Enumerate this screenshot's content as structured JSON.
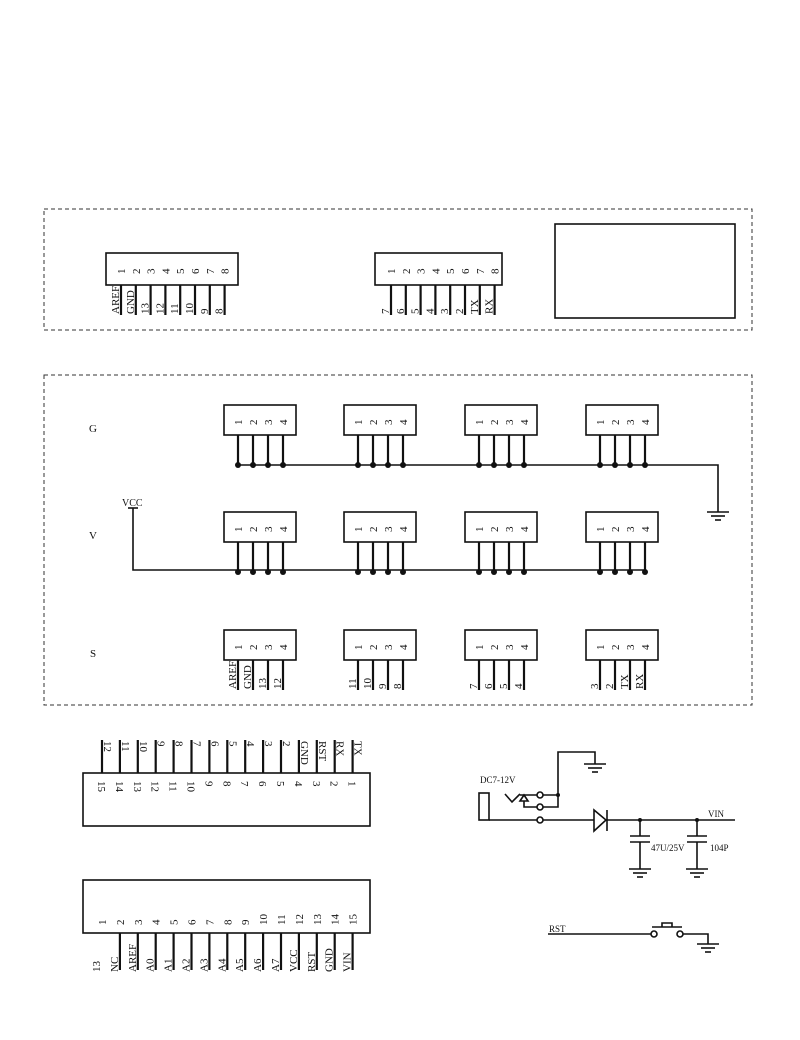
{
  "top_section": {
    "header_a": {
      "pins": [
        "1",
        "2",
        "3",
        "4",
        "5",
        "6",
        "7",
        "8"
      ],
      "labels": [
        "AREF",
        "GND",
        "13",
        "12",
        "11",
        "10",
        "9",
        "8"
      ]
    },
    "header_b": {
      "pins": [
        "1",
        "2",
        "3",
        "4",
        "5",
        "6",
        "7",
        "8"
      ],
      "labels": [
        "7",
        "6",
        "5",
        "4",
        "3",
        "2",
        "TX",
        "RX"
      ]
    }
  },
  "middle_section": {
    "rows": [
      {
        "label": "G",
        "headers": [
          {
            "pins": [
              "1",
              "2",
              "3",
              "4"
            ]
          },
          {
            "pins": [
              "1",
              "2",
              "3",
              "4"
            ]
          },
          {
            "pins": [
              "1",
              "2",
              "3",
              "4"
            ]
          },
          {
            "pins": [
              "1",
              "2",
              "3",
              "4"
            ]
          }
        ]
      },
      {
        "label": "V",
        "supply_label": "VCC",
        "headers": [
          {
            "pins": [
              "1",
              "2",
              "3",
              "4"
            ]
          },
          {
            "pins": [
              "1",
              "2",
              "3",
              "4"
            ]
          },
          {
            "pins": [
              "1",
              "2",
              "3",
              "4"
            ]
          },
          {
            "pins": [
              "1",
              "2",
              "3",
              "4"
            ]
          }
        ]
      },
      {
        "label": "S",
        "headers": [
          {
            "pins": [
              "1",
              "2",
              "3",
              "4"
            ],
            "labels": [
              "AREF",
              "GND",
              "13",
              "12"
            ]
          },
          {
            "pins": [
              "1",
              "2",
              "3",
              "4"
            ],
            "labels": [
              "11",
              "10",
              "9",
              "8"
            ]
          },
          {
            "pins": [
              "1",
              "2",
              "3",
              "4"
            ],
            "labels": [
              "7",
              "6",
              "5",
              "4"
            ]
          },
          {
            "pins": [
              "1",
              "2",
              "3",
              "4"
            ],
            "labels": [
              "3",
              "2",
              "TX",
              "RX"
            ]
          }
        ]
      }
    ]
  },
  "bottom_header_1": {
    "pins": [
      "15",
      "14",
      "13",
      "12",
      "11",
      "10",
      "9",
      "8",
      "7",
      "6",
      "5",
      "4",
      "3",
      "2",
      "1"
    ],
    "labels": [
      "12",
      "11",
      "10",
      "9",
      "8",
      "7",
      "6",
      "5",
      "4",
      "3",
      "2",
      "GND",
      "RST",
      "RX",
      "TX"
    ]
  },
  "bottom_header_2": {
    "pins": [
      "1",
      "2",
      "3",
      "4",
      "5",
      "6",
      "7",
      "8",
      "9",
      "10",
      "11",
      "12",
      "13",
      "14",
      "15"
    ],
    "labels": [
      "13",
      "NC",
      "AREF",
      "A0",
      "A1",
      "A2",
      "A3",
      "A4",
      "A5",
      "A6",
      "A7",
      "VCC",
      "RST",
      "GND",
      "VIN"
    ]
  },
  "power_circuit": {
    "jack_label": "DC7-12V",
    "output_label": "VIN",
    "cap1_label": "47U/25V",
    "cap2_label": "104P"
  },
  "reset_circuit": {
    "label": "RST"
  }
}
